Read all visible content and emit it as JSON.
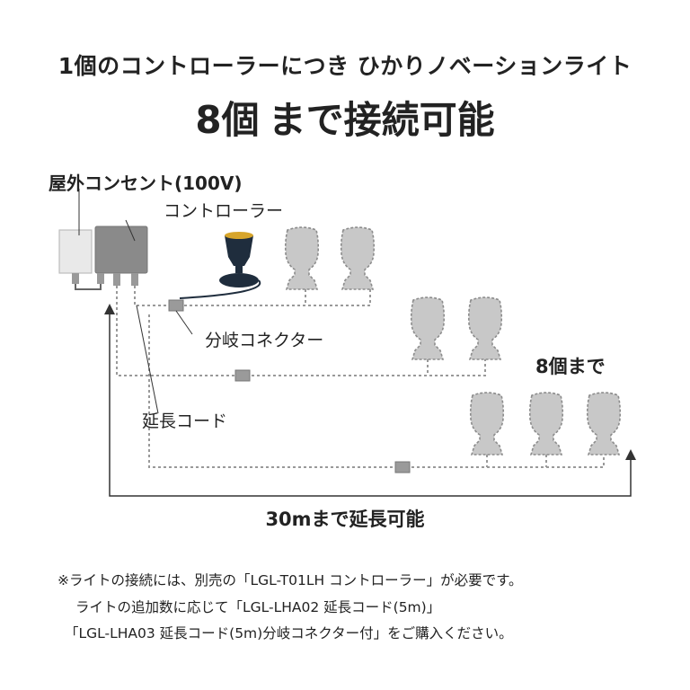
{
  "header": {
    "line1": "1個のコントローラーにつき ひかりノベーションライト",
    "line2_highlight": "8個",
    "line2_rest": "まで接続可能"
  },
  "labels": {
    "outlet": "屋外コンセント(100V)",
    "controller": "コントローラー",
    "branch_connector": "分岐コネクター",
    "extension_cord": "延長コード",
    "max_count": "8個まで",
    "max_length": "30mまで延長可能"
  },
  "notes": [
    "※ライトの接続には、別売の「LGL-T01LH コントローラー」が必要です。",
    "ライトの追加数に応じて「LGL-LHA02 延長コード(5m)」",
    "「LGL-LHA03 延長コード(5m)分岐コネクター付」をご購入ください。"
  ],
  "colors": {
    "highlight": "#f6e632",
    "light_body": "#c8c8c8",
    "light_outline": "#8c8c8c",
    "controller": "#8a8a8a",
    "active_light": "#1f2d3d"
  }
}
